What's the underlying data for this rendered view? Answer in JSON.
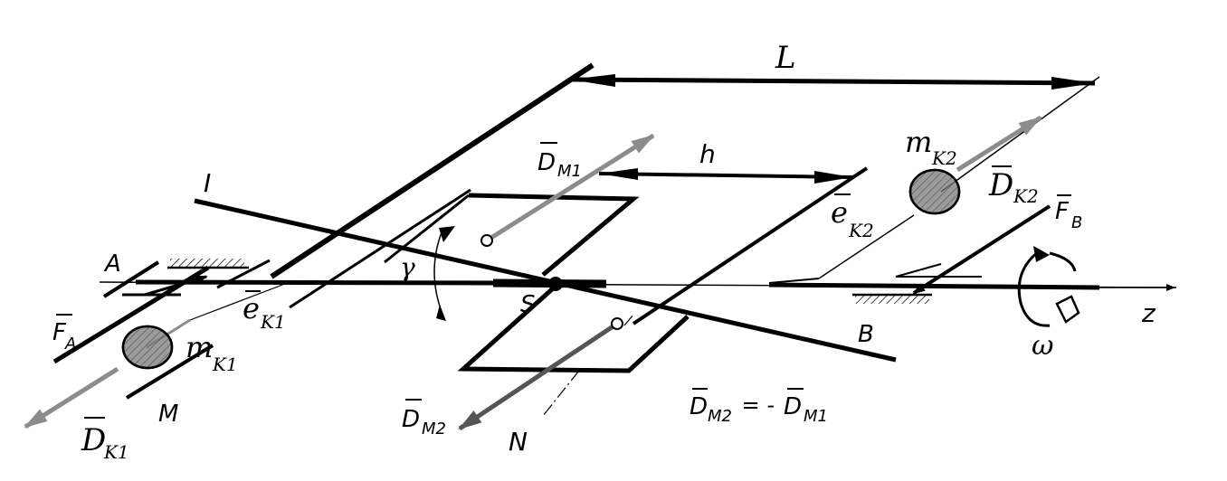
{
  "labels": {
    "L": "L",
    "h": "h",
    "I": "I",
    "A": "A",
    "B": "B",
    "S": "S",
    "M": "M",
    "N": "N",
    "z": "z",
    "omega": "ω",
    "gamma": "γ",
    "FA": "F",
    "FA_sub": "A",
    "FB": "F",
    "FB_sub": "B",
    "DM1": "D",
    "DM1_sub": "M1",
    "DM2": "D",
    "DM2_sub": "M2",
    "DK1": "D",
    "DK1_sub": "K1",
    "DK2": "D",
    "DK2_sub": "K2",
    "mK1": "m",
    "mK1_sub": "K1",
    "mK2": "m",
    "mK2_sub": "K2",
    "eK1": "e",
    "eK1_sub": "K1",
    "eK2": "e",
    "eK2_sub": "K2",
    "eq_lhs": "D",
    "eq_lhs_sub": "M2",
    "eq_mid": " = - ",
    "eq_rhs": "D",
    "eq_rhs_sub": "M1"
  },
  "colors": {
    "ink": "#000000",
    "vector_gray": "#8c8c8c",
    "mass_fill": "#7a7a7a"
  }
}
